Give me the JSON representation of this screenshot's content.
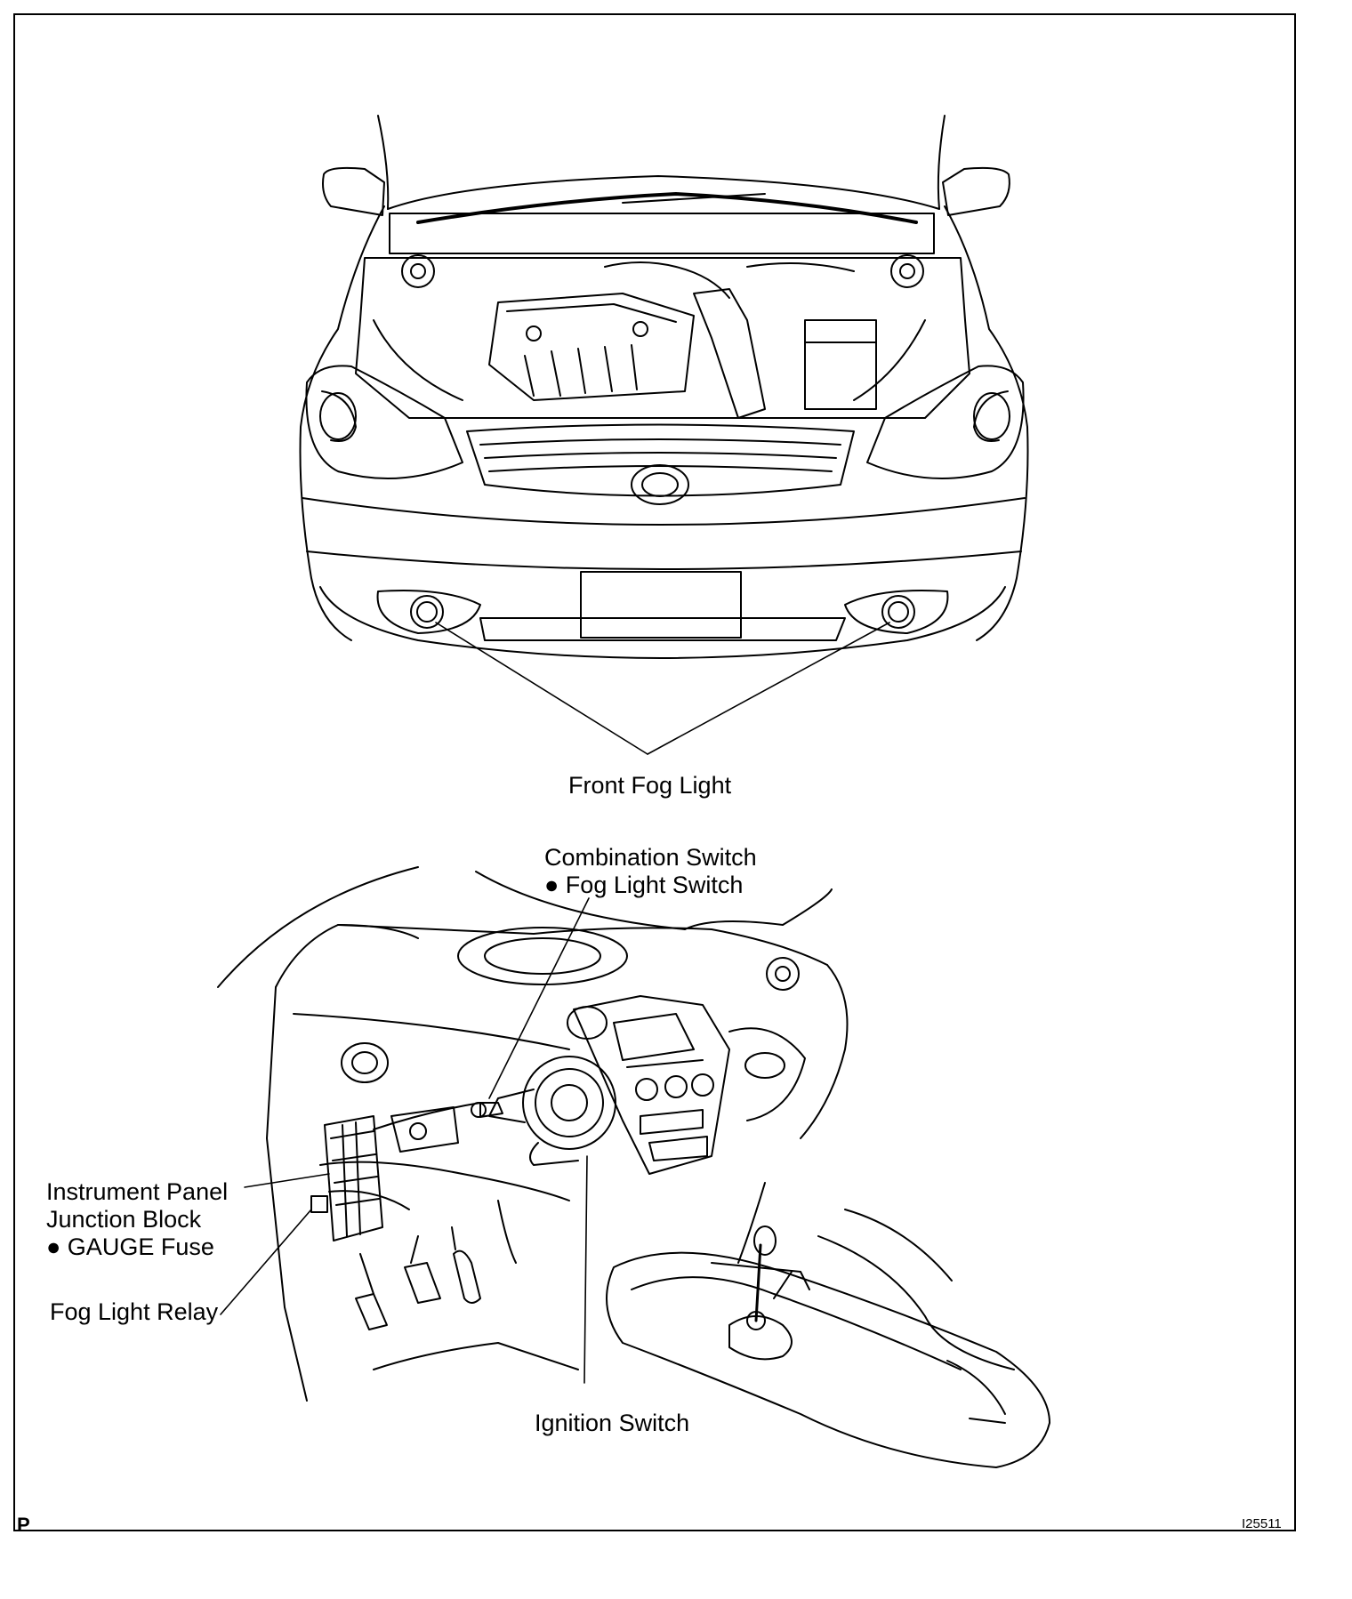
{
  "labels": {
    "front_fog_light": "Front Fog Light",
    "combination_switch": "Combination Switch",
    "fog_light_switch": "● Fog Light Switch",
    "instrument_panel": "Instrument Panel",
    "junction_block": "Junction Block",
    "gauge_fuse": "● GAUGE Fuse",
    "fog_light_relay": "Fog Light Relay",
    "ignition_switch": "Ignition Switch"
  },
  "footer": {
    "corner_mark": "P",
    "figure_code": "I25511"
  }
}
